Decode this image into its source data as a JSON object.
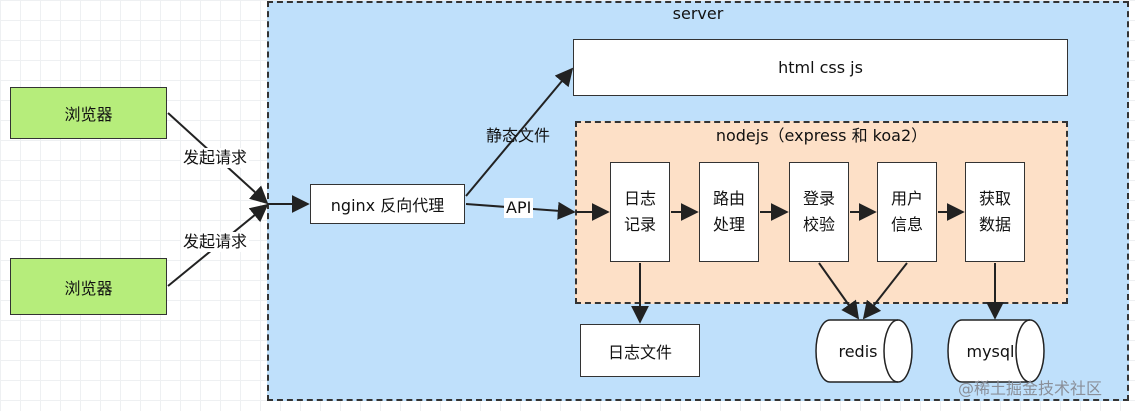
{
  "server": {
    "label": "server"
  },
  "static": {
    "label": "html css js"
  },
  "nodejs": {
    "label": "nodejs（express 和 koa2）"
  },
  "browsers": [
    {
      "label": "浏览器"
    },
    {
      "label": "浏览器"
    }
  ],
  "nginx": {
    "label": "nginx 反向代理"
  },
  "edges": {
    "request_top": "发起请求",
    "request_bottom": "发起请求",
    "static_files": "静态文件",
    "api": "API"
  },
  "steps": [
    {
      "label": "日志\n记录"
    },
    {
      "label": "路由\n处理"
    },
    {
      "label": "登录\n校验"
    },
    {
      "label": "用户\n信息"
    },
    {
      "label": "获取\n数据"
    }
  ],
  "log_file": {
    "label": "日志文件"
  },
  "databases": [
    {
      "label": "redis"
    },
    {
      "label": "mysql"
    }
  ],
  "watermark": "@稀土掘金技术社区"
}
